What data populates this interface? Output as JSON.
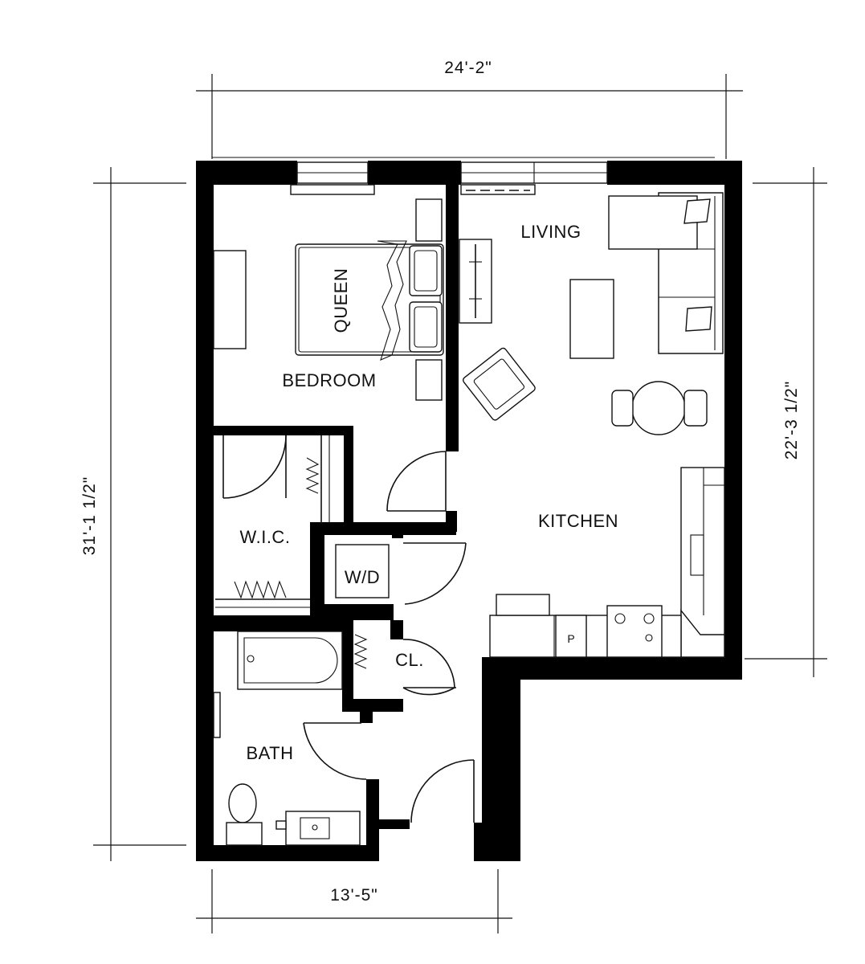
{
  "rooms": {
    "living": "LIVING",
    "bedroom": "BEDROOM",
    "kitchen": "KITCHEN",
    "wic": "W.I.C.",
    "wd": "W/D",
    "closet": "CL.",
    "bath": "BATH"
  },
  "furniture": {
    "bed_label": "QUEEN",
    "pantry_label": "P"
  },
  "dimensions": {
    "top_width": "24'-2\"",
    "bottom_width": "13'-5\"",
    "left_height": "31'-1 1/2\"",
    "right_height": "22'-3 1/2\""
  }
}
